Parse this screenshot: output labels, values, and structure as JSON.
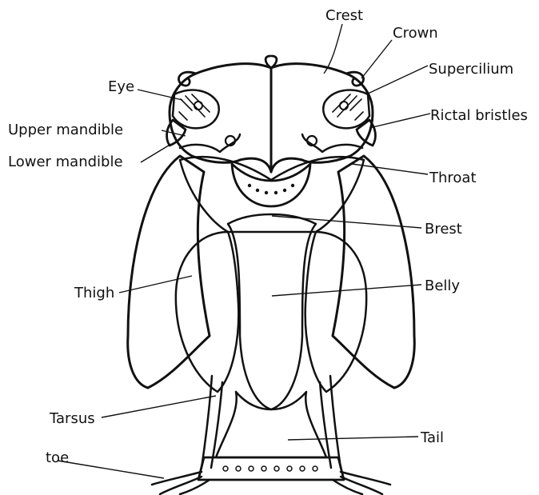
{
  "diagram": {
    "labels": {
      "crest": "Crest",
      "crown": "Crown",
      "supercilium": "Supercilium",
      "eye": "Eye",
      "rictal": "Rictal bristles",
      "upper_mandible": "Upper mandible",
      "lower_mandible": "Lower mandible",
      "throat": "Throat",
      "brest": "Brest",
      "thigh": "Thigh",
      "belly": "Belly",
      "tarsus": "Tarsus",
      "tail": "Tail",
      "toe": "toe"
    },
    "colors": {
      "ink": "#111111",
      "background": "#ffffff"
    }
  }
}
